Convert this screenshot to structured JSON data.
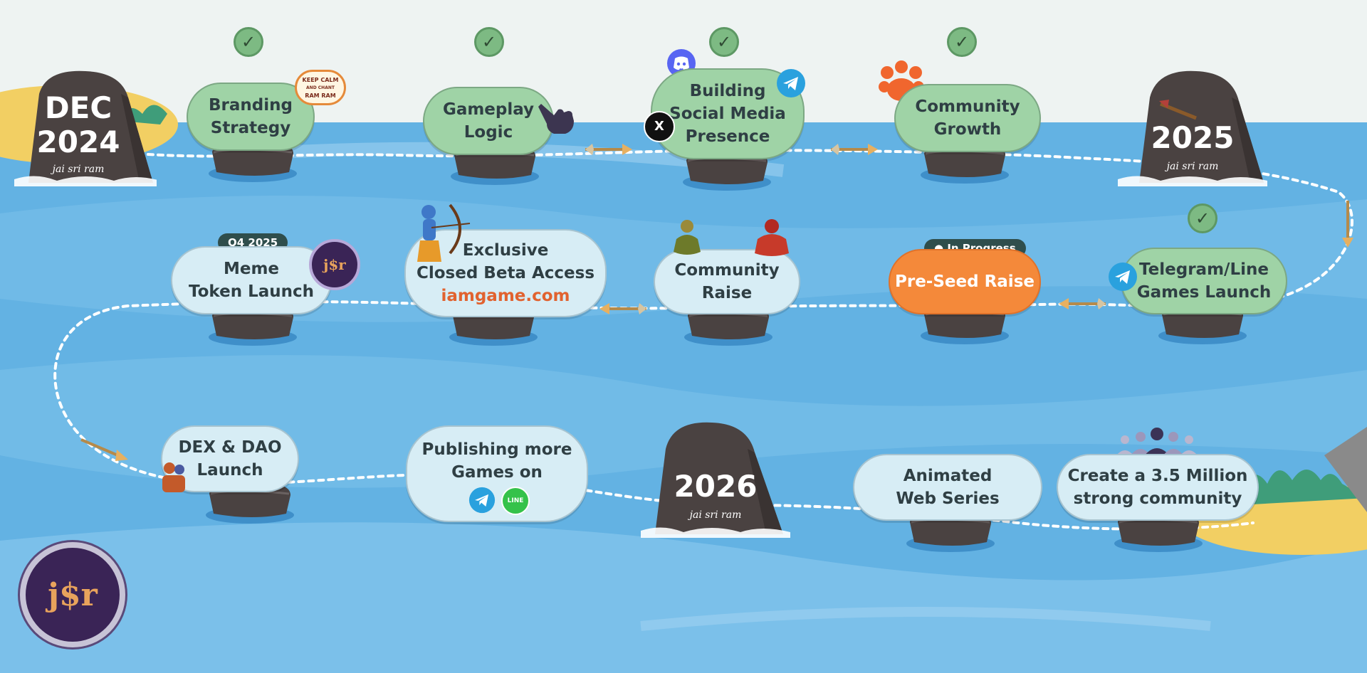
{
  "colors": {
    "sky": "#eef3f2",
    "water": "#63b2e3",
    "water_light": "#9fd0f0",
    "rock": "#4a4241",
    "node_green": "#9fd3a6",
    "node_light": "#d7edf5",
    "node_orange": "#f4893a",
    "accent_link": "#e1622f",
    "pill_dark": "#2f4e4c",
    "sand": "#f2cf63"
  },
  "milestones": {
    "dec2024": {
      "line1": "DEC",
      "line2": "2024",
      "tagline": "jai sri ram"
    },
    "y2025": {
      "year": "2025",
      "tagline": "jai sri ram"
    },
    "y2026": {
      "year": "2026",
      "tagline": "jai sri ram"
    }
  },
  "nodes": {
    "branding": {
      "line1": "Branding",
      "line2": "Strategy",
      "done": true
    },
    "gameplay": {
      "line1": "Gameplay",
      "line2": "Logic",
      "done": true
    },
    "social": {
      "line1": "Building",
      "line2": "Social Media",
      "line3": "Presence",
      "done": true
    },
    "community_growth": {
      "line1": "Community",
      "line2": "Growth",
      "done": true
    },
    "telegram": {
      "line1": "Telegram/Line",
      "line2": "Games Launch",
      "done": true
    },
    "preseed": {
      "label": "Pre-Seed Raise",
      "status": "In Progress"
    },
    "community_raise": {
      "line1": "Community",
      "line2": "Raise"
    },
    "beta": {
      "line1": "Exclusive",
      "line2": "Closed Beta Access",
      "link": "iamgame.com"
    },
    "meme": {
      "line1": "Meme",
      "line2": "Token Launch",
      "badge": "Q4 2025"
    },
    "dex": {
      "line1": "DEX & DAO",
      "line2": "Launch"
    },
    "publishing": {
      "line1": "Publishing more",
      "line2": "Games on"
    },
    "web_series": {
      "line1": "Animated",
      "line2": "Web Series"
    },
    "community_goal": {
      "line1": "Create a 3.5 Million",
      "line2": "strong community"
    }
  },
  "stickers": {
    "keep_calm": {
      "line1": "KEEP CALM",
      "line2": "AND CHANT",
      "line3": "RAM RAM"
    },
    "line_badge": "LINE",
    "x_badge": "X"
  },
  "logo": {
    "text": "j$r"
  },
  "icons": [
    "check-icon",
    "discord-icon",
    "telegram-icon",
    "x-icon",
    "line-icon",
    "hand-pointer-icon",
    "arrow-icon",
    "paw-icon"
  ]
}
